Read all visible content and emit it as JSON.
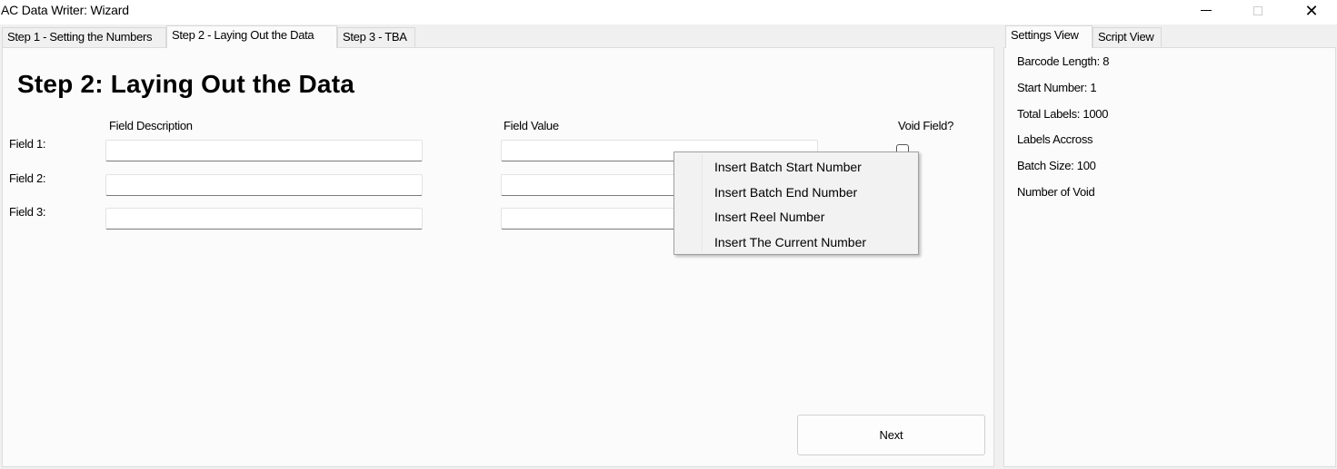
{
  "window": {
    "title": "AC Data Writer: Wizard",
    "minimize_glyph": "",
    "close_glyph": "✕"
  },
  "left_tabs": [
    {
      "label": "Step 1 - Setting the Numbers",
      "active": false
    },
    {
      "label": "Step 2 - Laying Out the Data",
      "active": true
    },
    {
      "label": "Step 3 - TBA",
      "active": false
    }
  ],
  "step2": {
    "heading": "Step 2: Laying Out the Data",
    "columns": {
      "description": "Field Description",
      "value": "Field Value",
      "void": "Void Field?"
    },
    "fields": [
      {
        "label": "Field 1:",
        "description": "",
        "value": "",
        "void": false
      },
      {
        "label": "Field 2:",
        "description": "",
        "value": "",
        "void": false
      },
      {
        "label": "Field 3:",
        "description": "",
        "value": "",
        "void": false
      }
    ],
    "next_label": "Next"
  },
  "context_menu": {
    "items": [
      "Insert Batch Start Number",
      "Insert Batch End Number",
      "Insert Reel Number",
      "Insert The Current Number"
    ]
  },
  "right_tabs": [
    {
      "label": "Settings View",
      "active": true
    },
    {
      "label": "Script View",
      "active": false
    }
  ],
  "settings": {
    "barcode_length": "Barcode Length: 8",
    "start_number": "Start Number: 1",
    "total_labels": "Total Labels: 1000",
    "labels_across": "Labels Accross",
    "batch_size": "Batch Size: 100",
    "number_of_void": "Number of Void"
  },
  "colors": {
    "background": "#f0f0f0",
    "panel": "#fbfbfb",
    "titlebar": "#ffffff"
  }
}
